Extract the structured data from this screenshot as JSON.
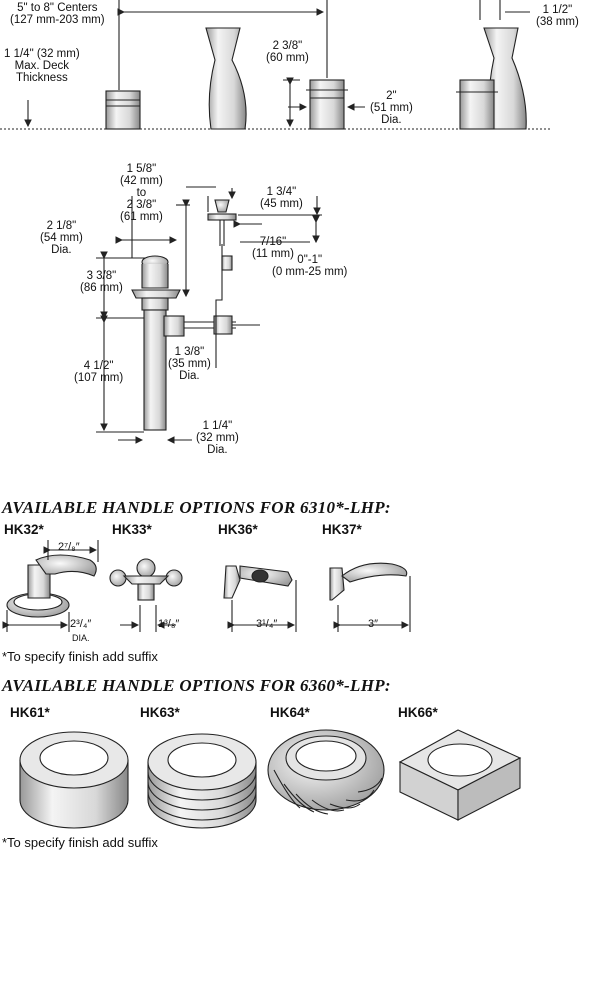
{
  "top_section": {
    "centers": "5\" to 8\" Centers",
    "centers_mm": "(127 mm-203 mm)",
    "deck_1": "1 1/4\" (32 mm)",
    "deck_2": "Max. Deck",
    "deck_3": "Thickness",
    "h1": "2 3/8\"",
    "h1_mm": "(60 mm)",
    "w1": "2\"",
    "w1_mm": "(51 mm)",
    "w1_dia": "Dia.",
    "w2": "1 1/2\"",
    "w2_mm": "(38 mm)"
  },
  "drain_section": {
    "d1": "1 5/8\"",
    "d1_mm": "(42 mm)",
    "d1_to": "to",
    "d1b": "2 3/8\"",
    "d1b_mm": "(61 mm)",
    "d2": "2 1/8\"",
    "d2_mm": "(54 mm)",
    "d2_dia": "Dia.",
    "d3": "3 3/8\"",
    "d3_mm": "(86 mm)",
    "d4": "1 3/4\"",
    "d4_mm": "(45 mm)",
    "d5": "7/16\"",
    "d5_mm": "(11 mm)",
    "d6": "0\"-1\"",
    "d6_mm": "(0 mm-25 mm)",
    "d7": "1 3/8\"",
    "d7_mm": "(35 mm)",
    "d7_dia": "Dia.",
    "d8": "4 1/2\"",
    "d8_mm": "(107 mm)",
    "d9": "1 1/4\"",
    "d9_mm": "(32 mm)",
    "d9_dia": "Dia."
  },
  "section_6310": {
    "heading": "AVAILABLE HANDLE OPTIONS FOR 6310*-LHP:",
    "labels": [
      "HK32*",
      "HK33*",
      "HK36*",
      "HK37*"
    ],
    "dim_hk32_top": "2⁷/₈″",
    "dim_hk32_bottom": "2³/₄″",
    "dim_hk32_dia": "DIA.",
    "dim_hk33": "1³/₈″",
    "dim_hk36": "3¹/₄″",
    "dim_hk37": "3″",
    "note": "*To specify finish add suffix"
  },
  "section_6360": {
    "heading": "AVAILABLE HANDLE OPTIONS FOR 6360*-LHP:",
    "labels": [
      "HK61*",
      "HK63*",
      "HK64*",
      "HK66*"
    ],
    "note": "*To specify finish add suffix"
  }
}
